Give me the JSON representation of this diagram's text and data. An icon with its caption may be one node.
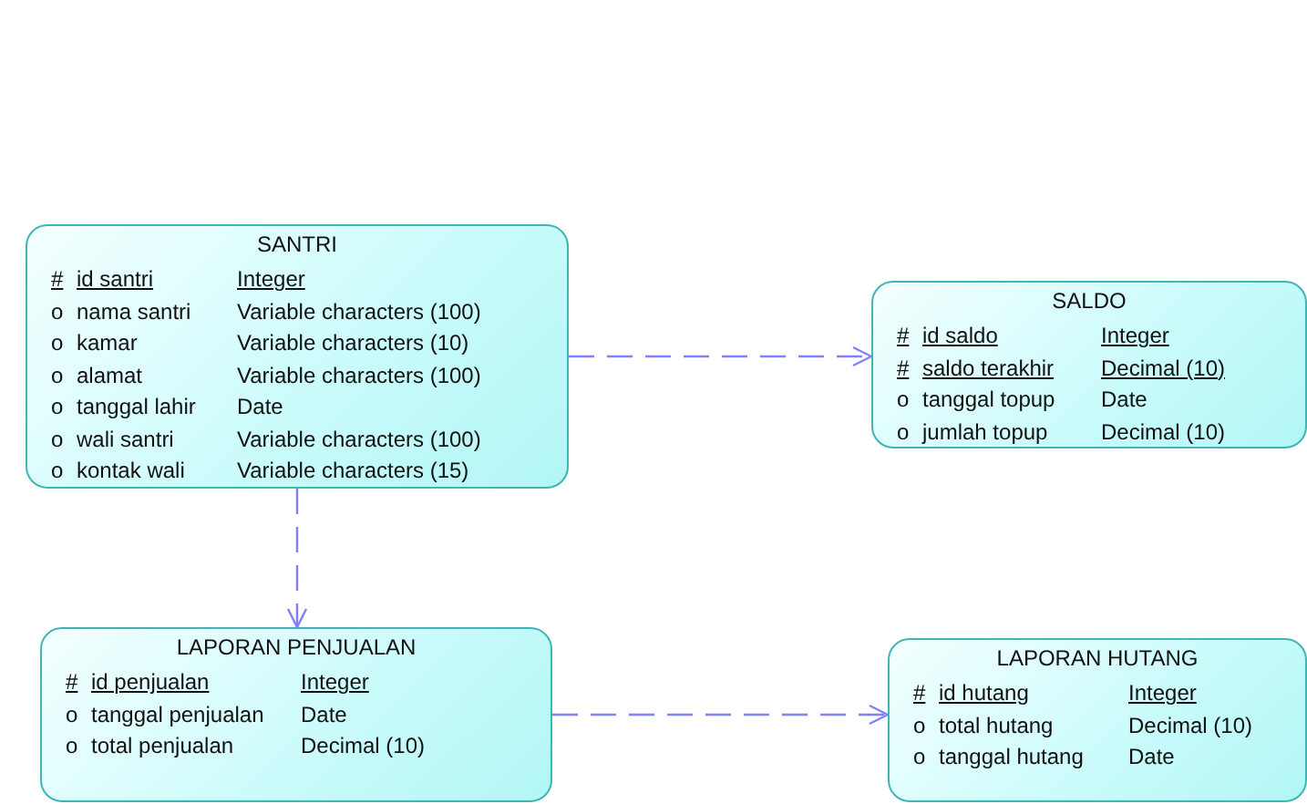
{
  "diagram": {
    "nodes": [
      {
        "text": [
          "SANTRI",
          "#",
          "id santri",
          "Integer",
          "o",
          "nama santri",
          "Variable characters (100)",
          "o",
          "kamar",
          "Variable characters (10)",
          "o",
          "alamat",
          "Variable characters (100)",
          "o",
          "tanggal lahir",
          "Date",
          "o",
          "wali santri",
          "Variable characters (100)",
          "o",
          "kontak wali",
          "Variable characters (15)"
        ]
      },
      {
        "text": [
          "SALDO",
          "#",
          "id saldo",
          "Integer",
          "#",
          "saldo terakhir",
          "Decimal (10)",
          "o",
          "tanggal topup",
          "Date",
          "o",
          "jumlah topup",
          "Decimal (10)"
        ]
      },
      {
        "text": [
          "LAPORAN PENJUALAN",
          "#",
          "id penjualan",
          "Integer",
          "o",
          "tanggal penjualan",
          "Date",
          "o",
          "total penjualan",
          "Decimal (10)"
        ]
      },
      {
        "text": [
          "LAPORAN HUTANG",
          "#",
          "id hutang",
          "Integer",
          "o",
          "total hutang",
          "Decimal (10)",
          "o",
          "tanggal hutang",
          "Date"
        ]
      }
    ],
    "edges": [
      {
        "from": 0,
        "to": 1,
        "arrow": "to",
        "style": "dashed"
      },
      {
        "from": 0,
        "to": 2,
        "arrow": "to",
        "style": "dashed"
      },
      {
        "from": 2,
        "to": 3,
        "arrow": "to",
        "style": "dashed"
      }
    ]
  }
}
